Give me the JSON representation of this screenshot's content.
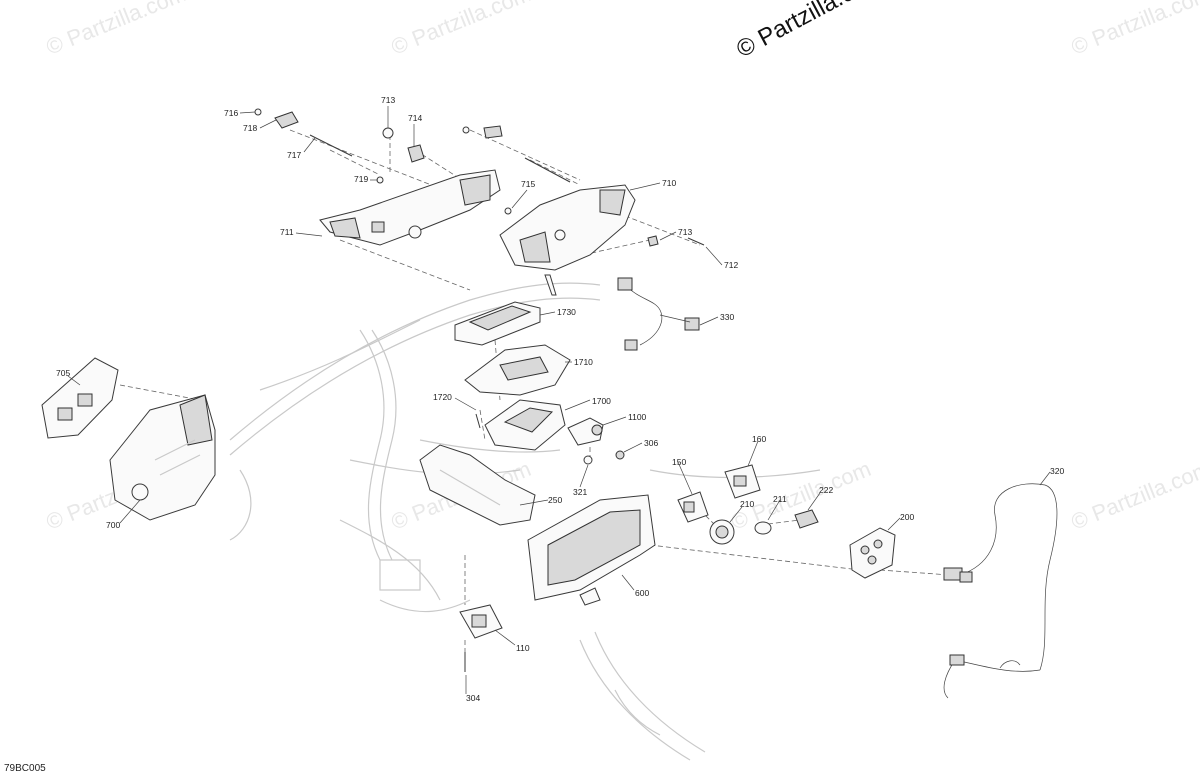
{
  "watermark": {
    "tile_text": "© Partzilla.com",
    "copyright_text": "© Partzilla.com"
  },
  "diagram_code": "79BC005",
  "callouts": {
    "c716": "716",
    "c718": "718",
    "c717": "717",
    "c713a": "713",
    "c714": "714",
    "c719": "719",
    "c715": "715",
    "c710": "710",
    "c711": "711",
    "c713b": "713",
    "c712": "712",
    "c330": "330",
    "c1730": "1730",
    "c1710": "1710",
    "c705": "705",
    "c1720": "1720",
    "c1700": "1700",
    "c1100": "1100",
    "c306": "306",
    "c160": "160",
    "c321": "321",
    "c150": "150",
    "c250": "250",
    "c210": "210",
    "c211": "211",
    "c222": "222",
    "c320": "320",
    "c200": "200",
    "c700": "700",
    "c600": "600",
    "c110": "110",
    "c304": "304"
  }
}
